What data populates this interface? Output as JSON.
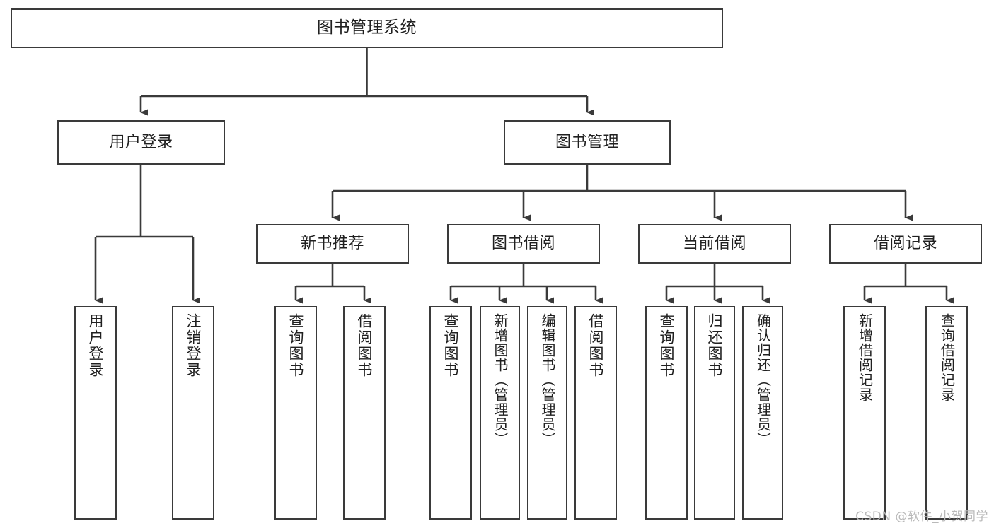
{
  "diagram": {
    "title": "图书管理系统",
    "type": "functional-structure-tree",
    "stroke_color": "#3a3a3a",
    "text_color": "#202020",
    "background_color": "#ffffff",
    "watermark": "CSDN @软件_小贺同学",
    "watermark_color": "#b9b9b9",
    "levels": {
      "root": {
        "label": "图书管理系统"
      },
      "level2": [
        {
          "id": "user-login",
          "label": "用户登录"
        },
        {
          "id": "book-manage",
          "label": "图书管理"
        }
      ],
      "level3": [
        {
          "id": "new-book-rec",
          "label": "新书推荐",
          "parent": "book-manage"
        },
        {
          "id": "book-borrow",
          "label": "图书借阅",
          "parent": "book-manage"
        },
        {
          "id": "current-borrow",
          "label": "当前借阅",
          "parent": "book-manage"
        },
        {
          "id": "borrow-record",
          "label": "借阅记录",
          "parent": "book-manage"
        }
      ],
      "leaves": [
        {
          "id": "leaf-user-login",
          "label": "用户登录",
          "parent": "user-login"
        },
        {
          "id": "leaf-logout-login",
          "label": "注销登录",
          "parent": "user-login"
        },
        {
          "id": "leaf-query-book-1",
          "label": "查询图书",
          "parent": "new-book-rec"
        },
        {
          "id": "leaf-borrow-book-1",
          "label": "借阅图书",
          "parent": "new-book-rec"
        },
        {
          "id": "leaf-query-book-2",
          "label": "查询图书",
          "parent": "book-borrow"
        },
        {
          "id": "leaf-add-book",
          "label": "新增图书（管理员）",
          "parent": "book-borrow"
        },
        {
          "id": "leaf-edit-book",
          "label": "编辑图书（管理员）",
          "parent": "book-borrow"
        },
        {
          "id": "leaf-borrow-book-2",
          "label": "借阅图书",
          "parent": "book-borrow"
        },
        {
          "id": "leaf-query-book-3",
          "label": "查询图书",
          "parent": "current-borrow"
        },
        {
          "id": "leaf-return-book",
          "label": "归还图书",
          "parent": "current-borrow"
        },
        {
          "id": "leaf-confirm-return",
          "label": "确认归还（管理员）",
          "parent": "current-borrow"
        },
        {
          "id": "leaf-add-record",
          "label": "新增借阅记录",
          "parent": "borrow-record"
        },
        {
          "id": "leaf-query-record",
          "label": "查询借阅记录",
          "parent": "borrow-record"
        }
      ]
    }
  }
}
